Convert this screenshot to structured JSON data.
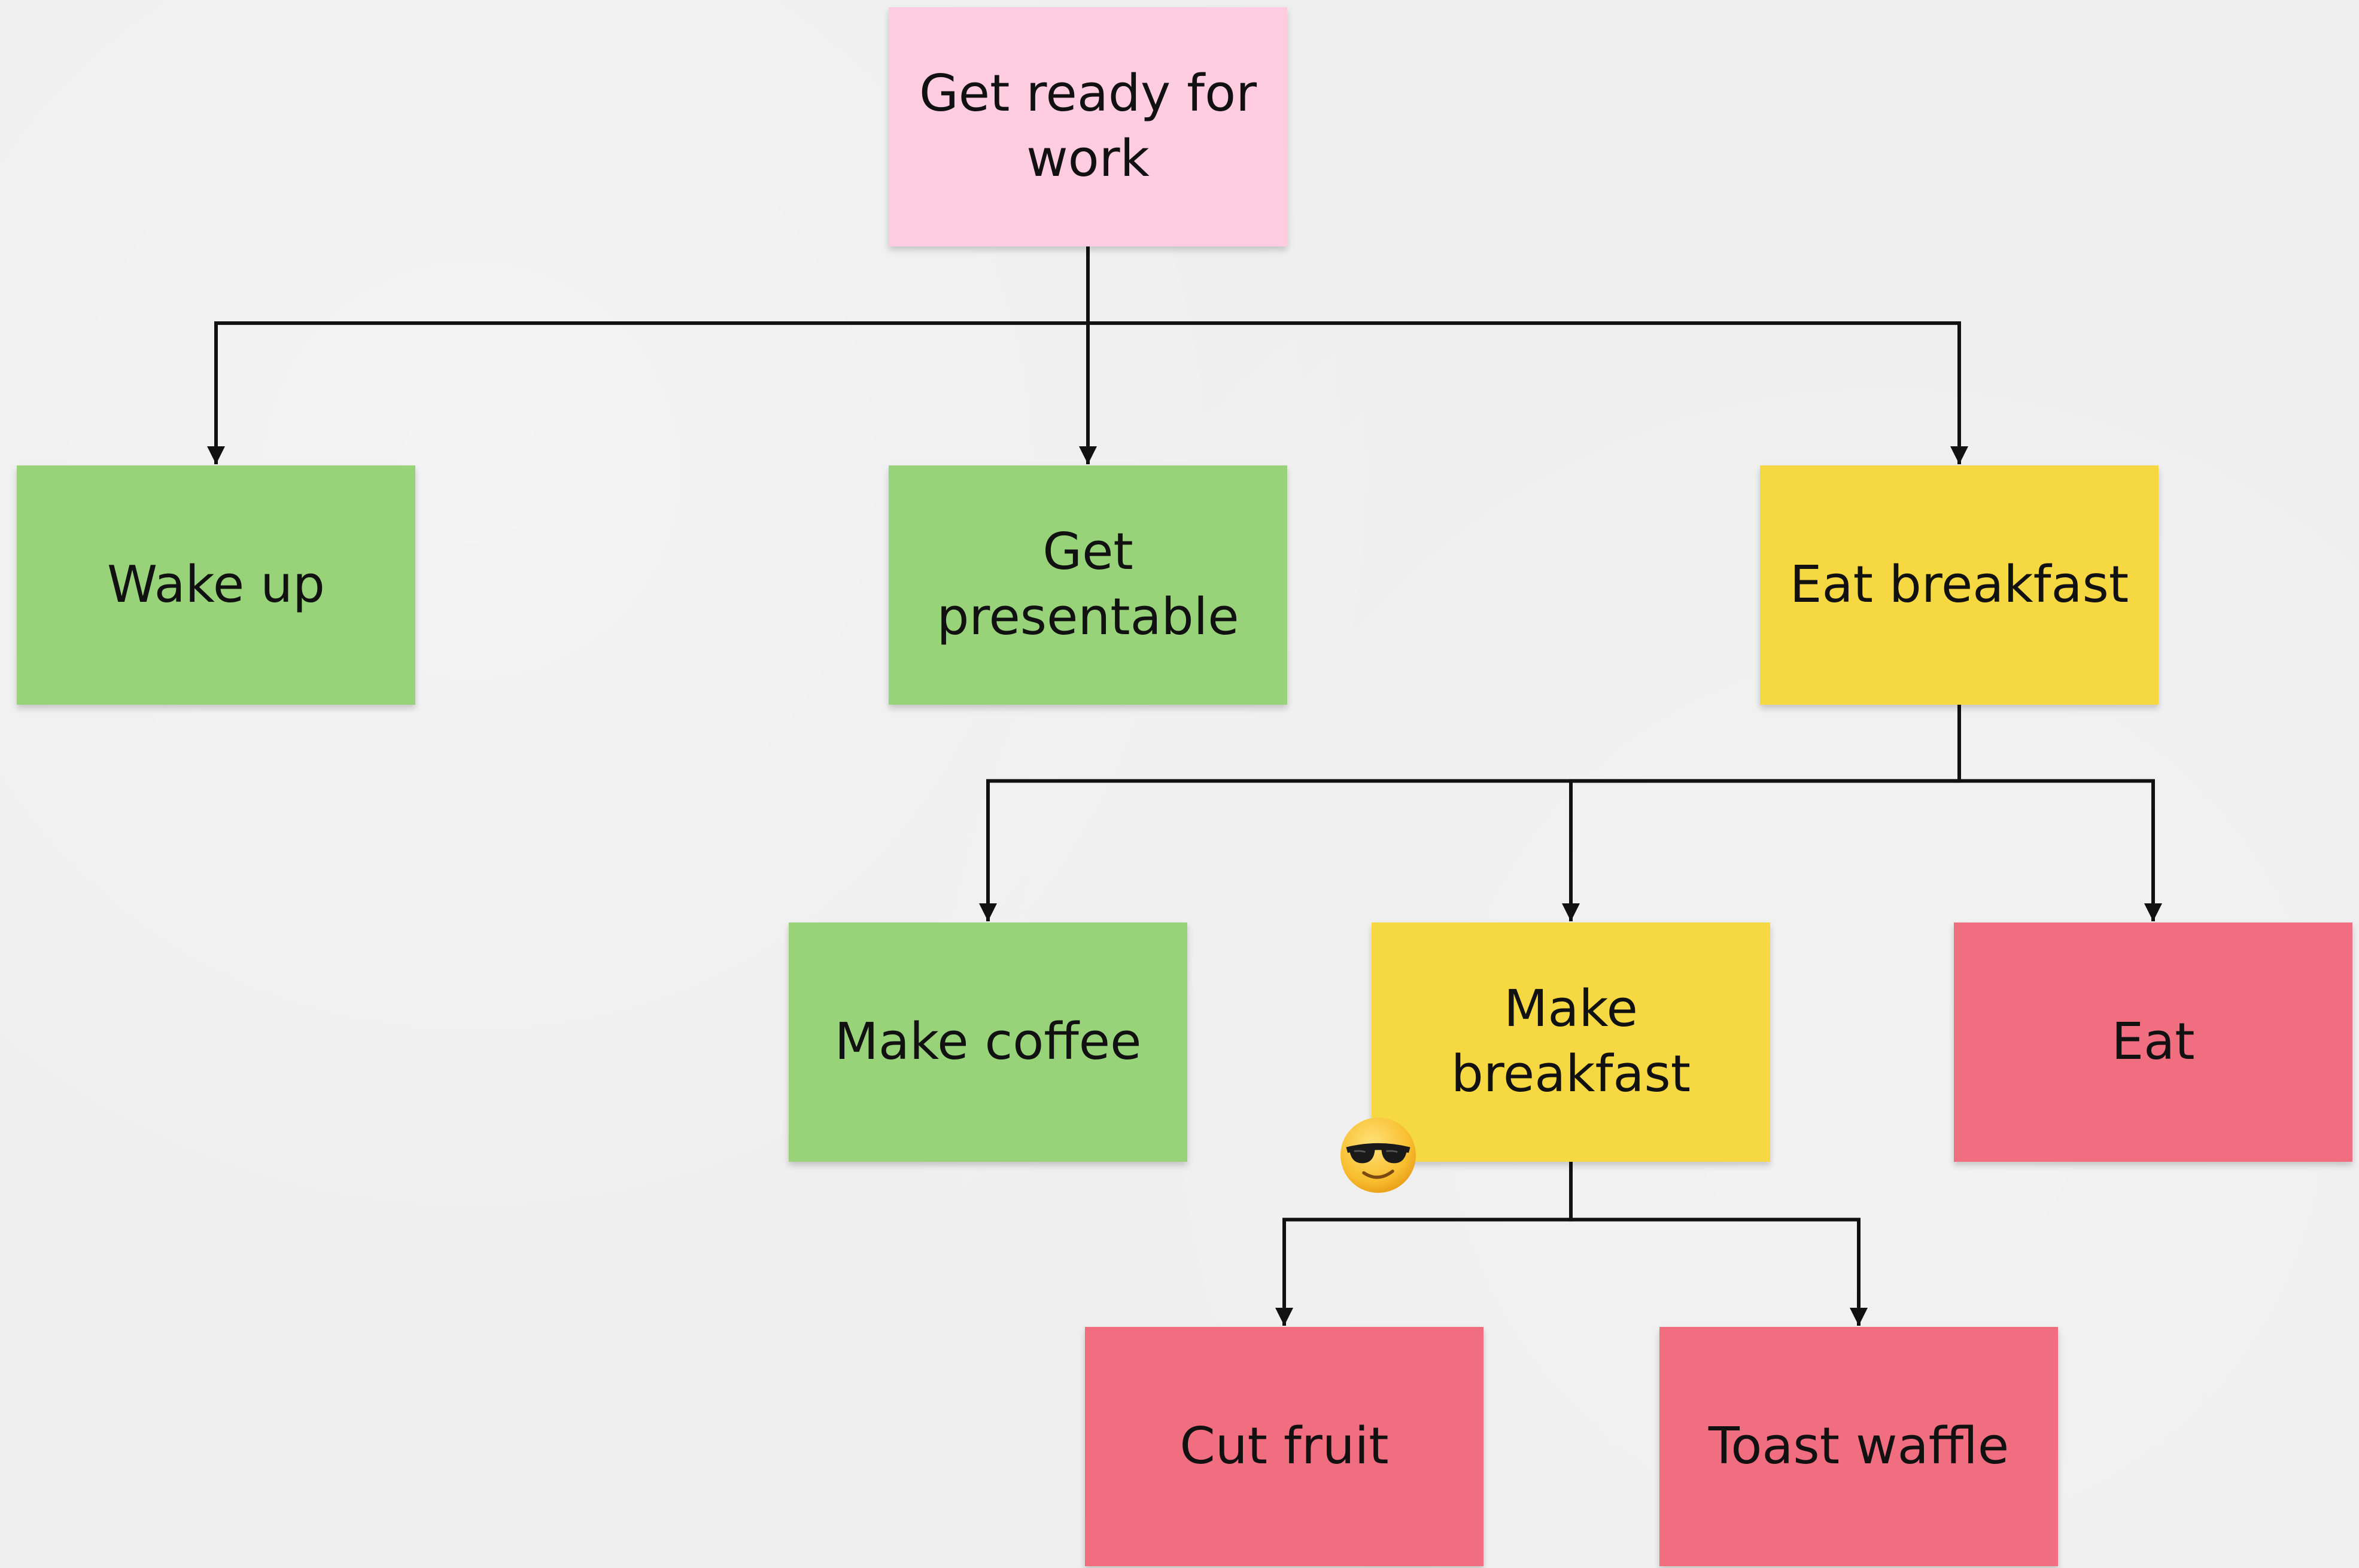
{
  "colors": {
    "pink": "#ffcce0",
    "green": "#98d37a",
    "yellow": "#f6d842",
    "red": "#f06e80",
    "line": "#111111"
  },
  "nodes": {
    "root": {
      "label": "Get ready for work",
      "color": "pink"
    },
    "wake_up": {
      "label": "Wake up",
      "color": "green"
    },
    "get_presentable": {
      "label": "Get presentable",
      "color": "green"
    },
    "eat_breakfast": {
      "label": "Eat breakfast",
      "color": "yellow"
    },
    "make_coffee": {
      "label": "Make coffee",
      "color": "green"
    },
    "make_breakfast": {
      "label": "Make breakfast",
      "color": "yellow"
    },
    "eat": {
      "label": "Eat",
      "color": "red"
    },
    "cut_fruit": {
      "label": "Cut fruit",
      "color": "red"
    },
    "toast_waffle": {
      "label": "Toast waffle",
      "color": "red"
    }
  },
  "edges": [
    [
      "root",
      "wake_up"
    ],
    [
      "root",
      "get_presentable"
    ],
    [
      "root",
      "eat_breakfast"
    ],
    [
      "eat_breakfast",
      "make_coffee"
    ],
    [
      "eat_breakfast",
      "make_breakfast"
    ],
    [
      "eat_breakfast",
      "eat"
    ],
    [
      "make_breakfast",
      "cut_fruit"
    ],
    [
      "make_breakfast",
      "toast_waffle"
    ]
  ],
  "annotation": {
    "icon": "sunglasses-face-icon"
  }
}
